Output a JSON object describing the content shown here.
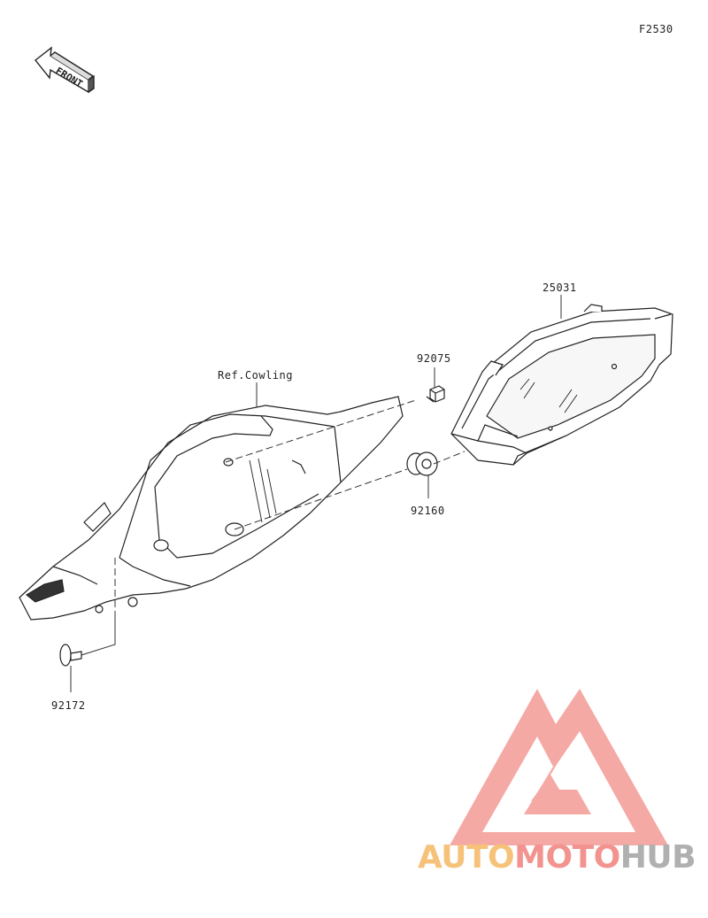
{
  "figure_number": "F2530",
  "front_label": "FRONT",
  "parts": {
    "meter": "25031",
    "screw": "92075",
    "grommet": "92160",
    "bolt": "92172",
    "cowling_ref": "Ref.Cowling"
  },
  "watermark": {
    "auto": "AUTO",
    "moto": "MOTO",
    "hub": "HUB",
    "colors": {
      "auto": "#f6c27a",
      "moto": "#f2938f",
      "hub": "#b0b0b0",
      "logo": "#f4a09c"
    }
  }
}
